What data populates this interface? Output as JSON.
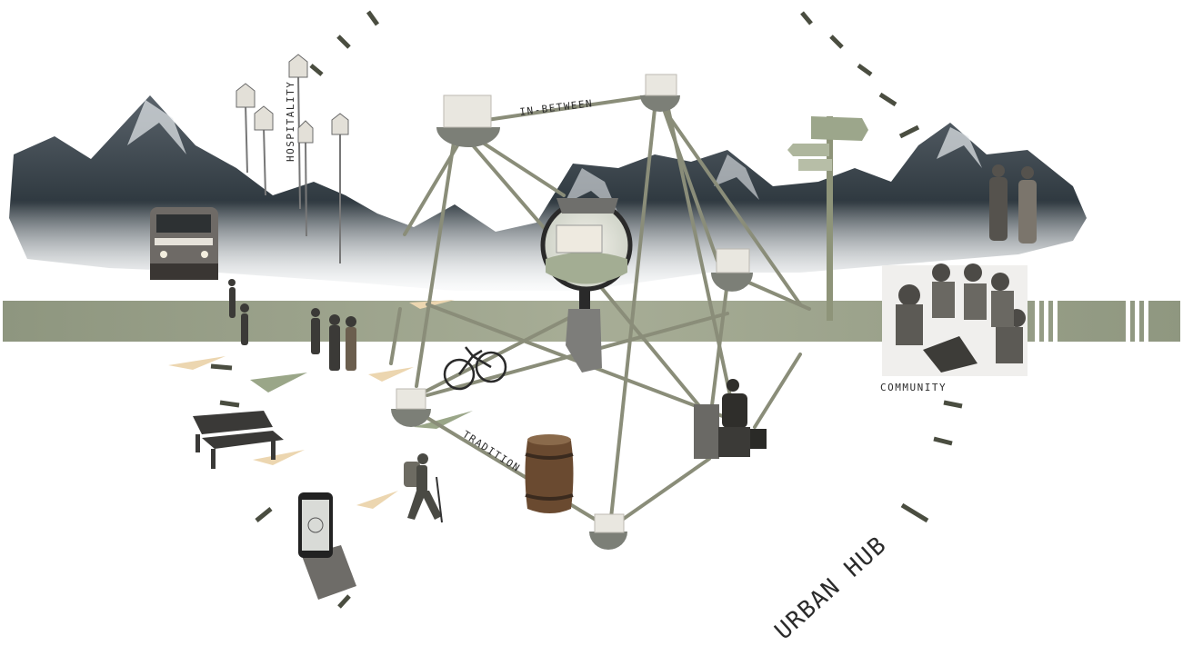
{
  "labels": {
    "hospitality": "HOSPITALITY",
    "in_between": "IN-BETWEEN",
    "community": "COMMUNITY",
    "tradition": "TRADITION",
    "urban_hub": "URBAN HUB"
  },
  "colors": {
    "network_line": "#8a8d79",
    "band": "#99a088",
    "node_bottom": "#7c7f77",
    "node_top": "#e9e7e0",
    "accent_green": "#9aa688",
    "accent_tan": "#ecd6b0",
    "mountain_dark": "#3c464e",
    "mountain_light": "#c9d0d5",
    "dash": "#4a4d40"
  },
  "icons": [
    "train-icon",
    "mountain-range",
    "birdhouse-icon",
    "signpost-icon",
    "magnifier-icon",
    "bicycle-icon",
    "bench-icon",
    "smartphone-icon",
    "barrel-icon",
    "hiker-icon",
    "worker-at-desk-icon",
    "community-group-icon",
    "walkers-icon",
    "elderly-couple-icon"
  ]
}
